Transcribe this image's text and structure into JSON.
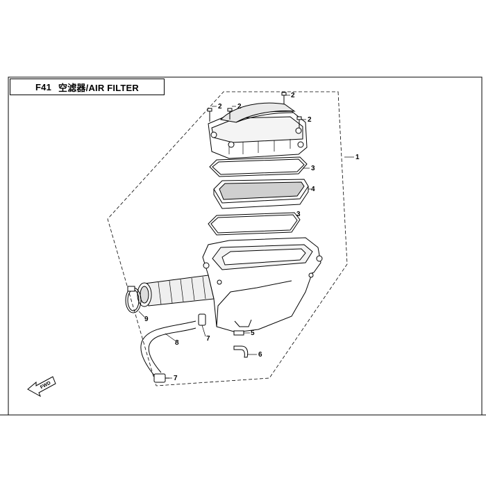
{
  "title": {
    "code": "F41",
    "name": "空滤器/AIR FILTER"
  },
  "callouts": [
    {
      "id": "c1",
      "label": "1"
    },
    {
      "id": "c2a",
      "label": "2"
    },
    {
      "id": "c2b",
      "label": "2"
    },
    {
      "id": "c2c",
      "label": "2"
    },
    {
      "id": "c2d",
      "label": "2"
    },
    {
      "id": "c3a",
      "label": "3"
    },
    {
      "id": "c4",
      "label": "4"
    },
    {
      "id": "c3b",
      "label": "3"
    },
    {
      "id": "c5",
      "label": "5"
    },
    {
      "id": "c6",
      "label": "6"
    },
    {
      "id": "c7a",
      "label": "7"
    },
    {
      "id": "c7b",
      "label": "7"
    },
    {
      "id": "c8",
      "label": "8"
    },
    {
      "id": "c9",
      "label": "9"
    }
  ],
  "fwd_label": "FWD"
}
